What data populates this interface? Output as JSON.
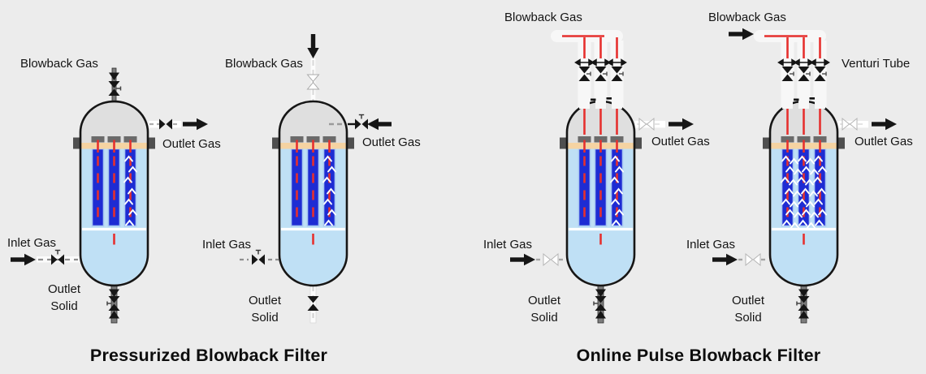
{
  "palette": {
    "background": "#ececec",
    "vessel_shell_gray": "#dfdfdf",
    "liquid_blue": "#bfe0f5",
    "filter_element_blue": "#1e2cd3",
    "tube_sheet_tan": "#f5d3a2",
    "pulse_red": "#e6302e",
    "outline_black": "#161616",
    "open_valve_white": "#ffffff"
  },
  "sections": {
    "pressurized": {
      "caption": "Pressurized Blowback Filter"
    },
    "online_pulse": {
      "caption": "Online Pulse Blowback Filter"
    }
  },
  "vessels": [
    {
      "id": "pressurized-filtering",
      "labels": {
        "blowback_gas": "Blowback Gas",
        "outlet_gas": "Outlet Gas",
        "inlet_gas": "Inlet Gas",
        "outlet_solid": "Outlet Solid"
      }
    },
    {
      "id": "pressurized-blowback",
      "labels": {
        "blowback_gas": "Blowback Gas",
        "outlet_gas": "Outlet Gas",
        "inlet_gas": "Inlet Gas",
        "outlet_solid": "Outlet Solid"
      }
    },
    {
      "id": "online-pulse-filtering",
      "labels": {
        "blowback_gas": "Blowback Gas",
        "outlet_gas": "Outlet Gas",
        "inlet_gas": "Inlet Gas",
        "outlet_solid": "Outlet Solid"
      }
    },
    {
      "id": "online-pulse-cleaning",
      "labels": {
        "blowback_gas": "Blowback Gas",
        "venturi_tube": "Venturi Tube",
        "outlet_gas": "Outlet Gas",
        "inlet_gas": "Inlet Gas",
        "outlet_solid": "Outlet Solid"
      }
    }
  ]
}
